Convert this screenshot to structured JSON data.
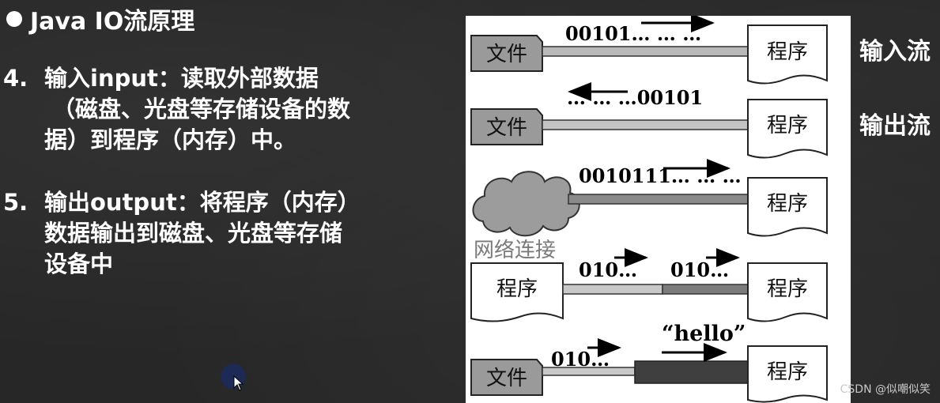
{
  "title": "Java IO流原理",
  "item4": {
    "number": "4.",
    "lines": [
      "输入input：读取外部数据",
      "（磁盘、光盘等存储设备的数",
      "据）到程序（内存）中。"
    ]
  },
  "item5": {
    "number": "5.",
    "lines": [
      "输出output：将程序（内存）",
      "数据输出到磁盘、光盘等存储",
      "设备中"
    ]
  },
  "side_labels": {
    "input": "输入流",
    "output": "输出流"
  },
  "diagram": {
    "file": "文件",
    "program": "程序",
    "network": "网络连接",
    "row1_data": "00101… … …",
    "row2_data": "… … …00101",
    "row3_data": "0010111… … …",
    "row4_data_a": "010…",
    "row4_data_b": "010…",
    "row5_data": "010…",
    "row5_hello": "“hello”"
  },
  "watermark": "CSDN @似嘲似笑"
}
